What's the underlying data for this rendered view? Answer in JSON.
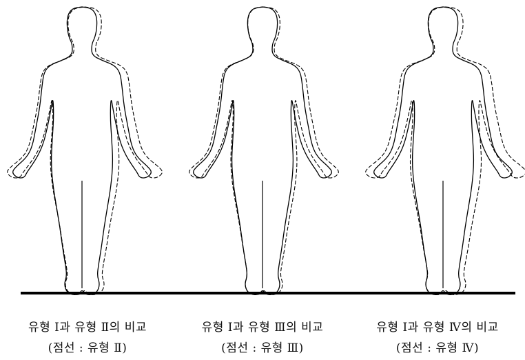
{
  "panels": [
    {
      "caption": "유형 Ⅰ과 유형 Ⅱ의 비교",
      "subcaption": "(점선 : 유형 Ⅱ)"
    },
    {
      "caption": "유형 Ⅰ과 유형 Ⅲ의 비교",
      "subcaption": "(점선 : 유형 Ⅲ)"
    },
    {
      "caption": "유형 Ⅰ과 유형 Ⅳ의 비교",
      "subcaption": "(점선 : 유형 Ⅳ)"
    }
  ],
  "line_styles": {
    "solid": "유형 Ⅰ",
    "dashed": "comparison type"
  },
  "colors": {
    "stroke": "#000000",
    "background": "#ffffff"
  }
}
